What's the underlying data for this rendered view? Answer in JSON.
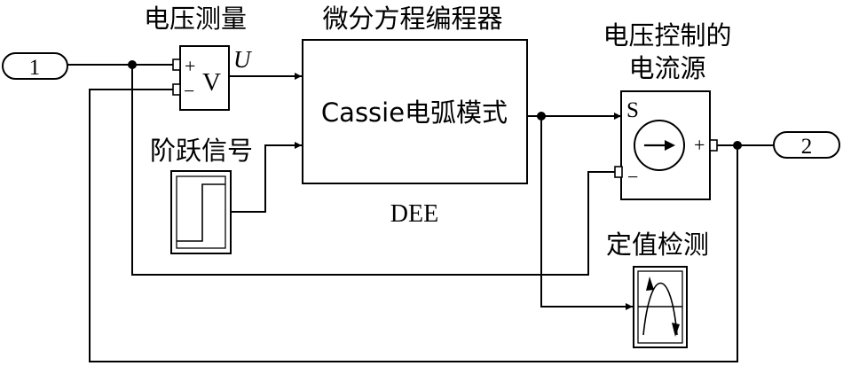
{
  "diagram": {
    "inport": {
      "number": "1"
    },
    "outport": {
      "number": "2"
    },
    "voltage_measurement": {
      "title": "电压测量",
      "symbol": "V",
      "plus": "+",
      "minus": "−",
      "output_signal": "U"
    },
    "step": {
      "title": "阶跃信号"
    },
    "dee": {
      "title": "微分方程编程器",
      "content": "Cassie电弧模式",
      "caption": "DEE"
    },
    "current_source": {
      "title_line1": "电压控制的",
      "title_line2": "电流源",
      "signal_port": "S",
      "plus": "+",
      "minus": "−"
    },
    "hit_crossing": {
      "title": "定值检测"
    }
  }
}
